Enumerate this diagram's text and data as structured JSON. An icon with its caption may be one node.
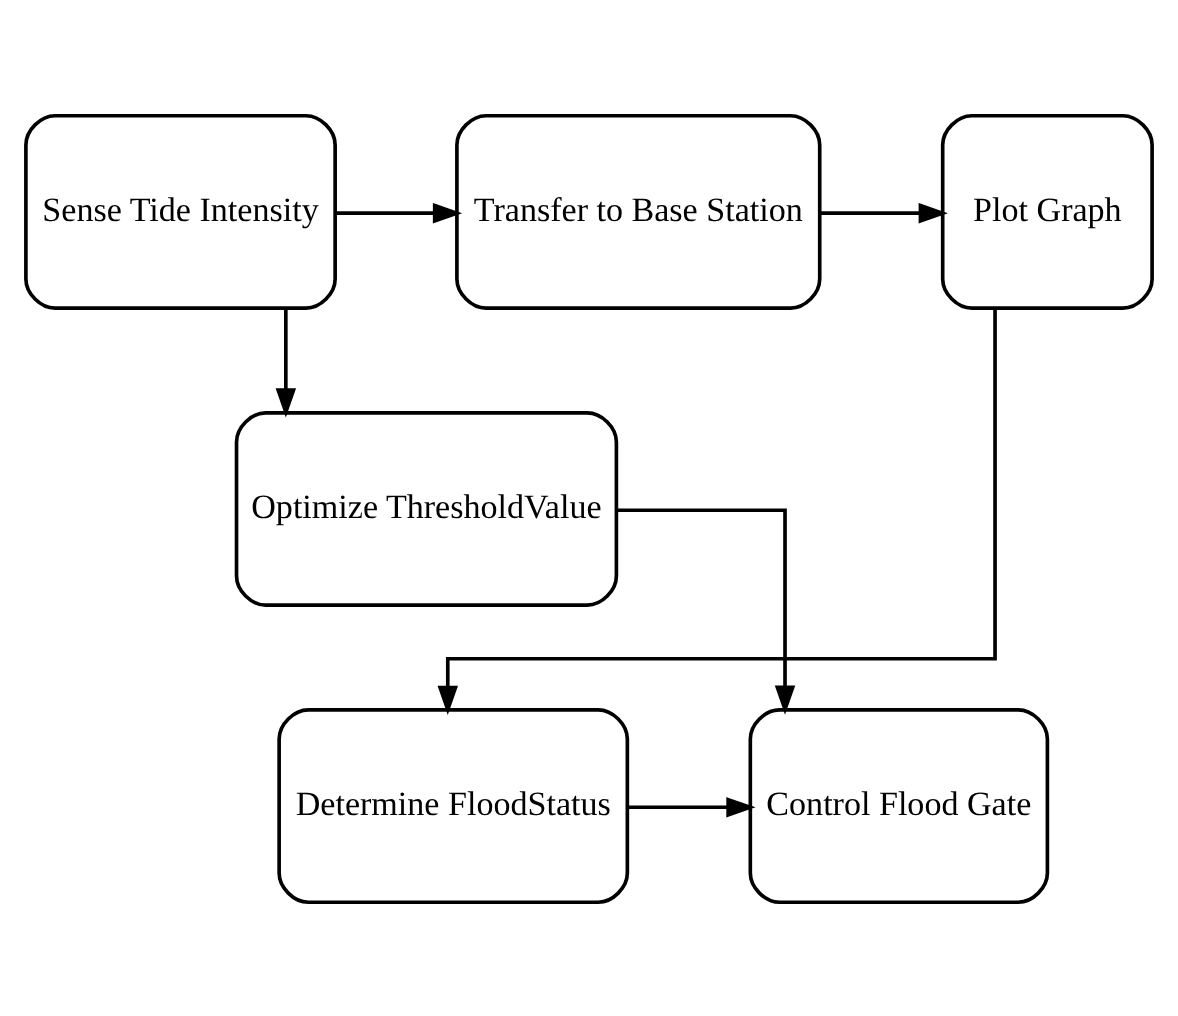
{
  "diagram": {
    "nodes": [
      {
        "text": [
          "Sense Tide Intensity"
        ]
      },
      {
        "text": [
          "Transfer to Base Station"
        ]
      },
      {
        "text": [
          "Plot Graph"
        ]
      },
      {
        "text": [
          "Optimize ThresholdValue"
        ]
      },
      {
        "text": [
          "Determine FloodStatus"
        ]
      },
      {
        "text": [
          "Control Flood Gate"
        ]
      }
    ],
    "edges": [
      {
        "from": 0,
        "to": 1,
        "arrow": "to"
      },
      {
        "from": 1,
        "to": 2,
        "arrow": "to"
      },
      {
        "from": 0,
        "to": 3,
        "arrow": "to"
      },
      {
        "from": 2,
        "to": 4,
        "arrow": "to"
      },
      {
        "from": 4,
        "to": 5,
        "arrow": "to"
      },
      {
        "from": 3,
        "to": 5,
        "arrow": "to"
      }
    ]
  }
}
